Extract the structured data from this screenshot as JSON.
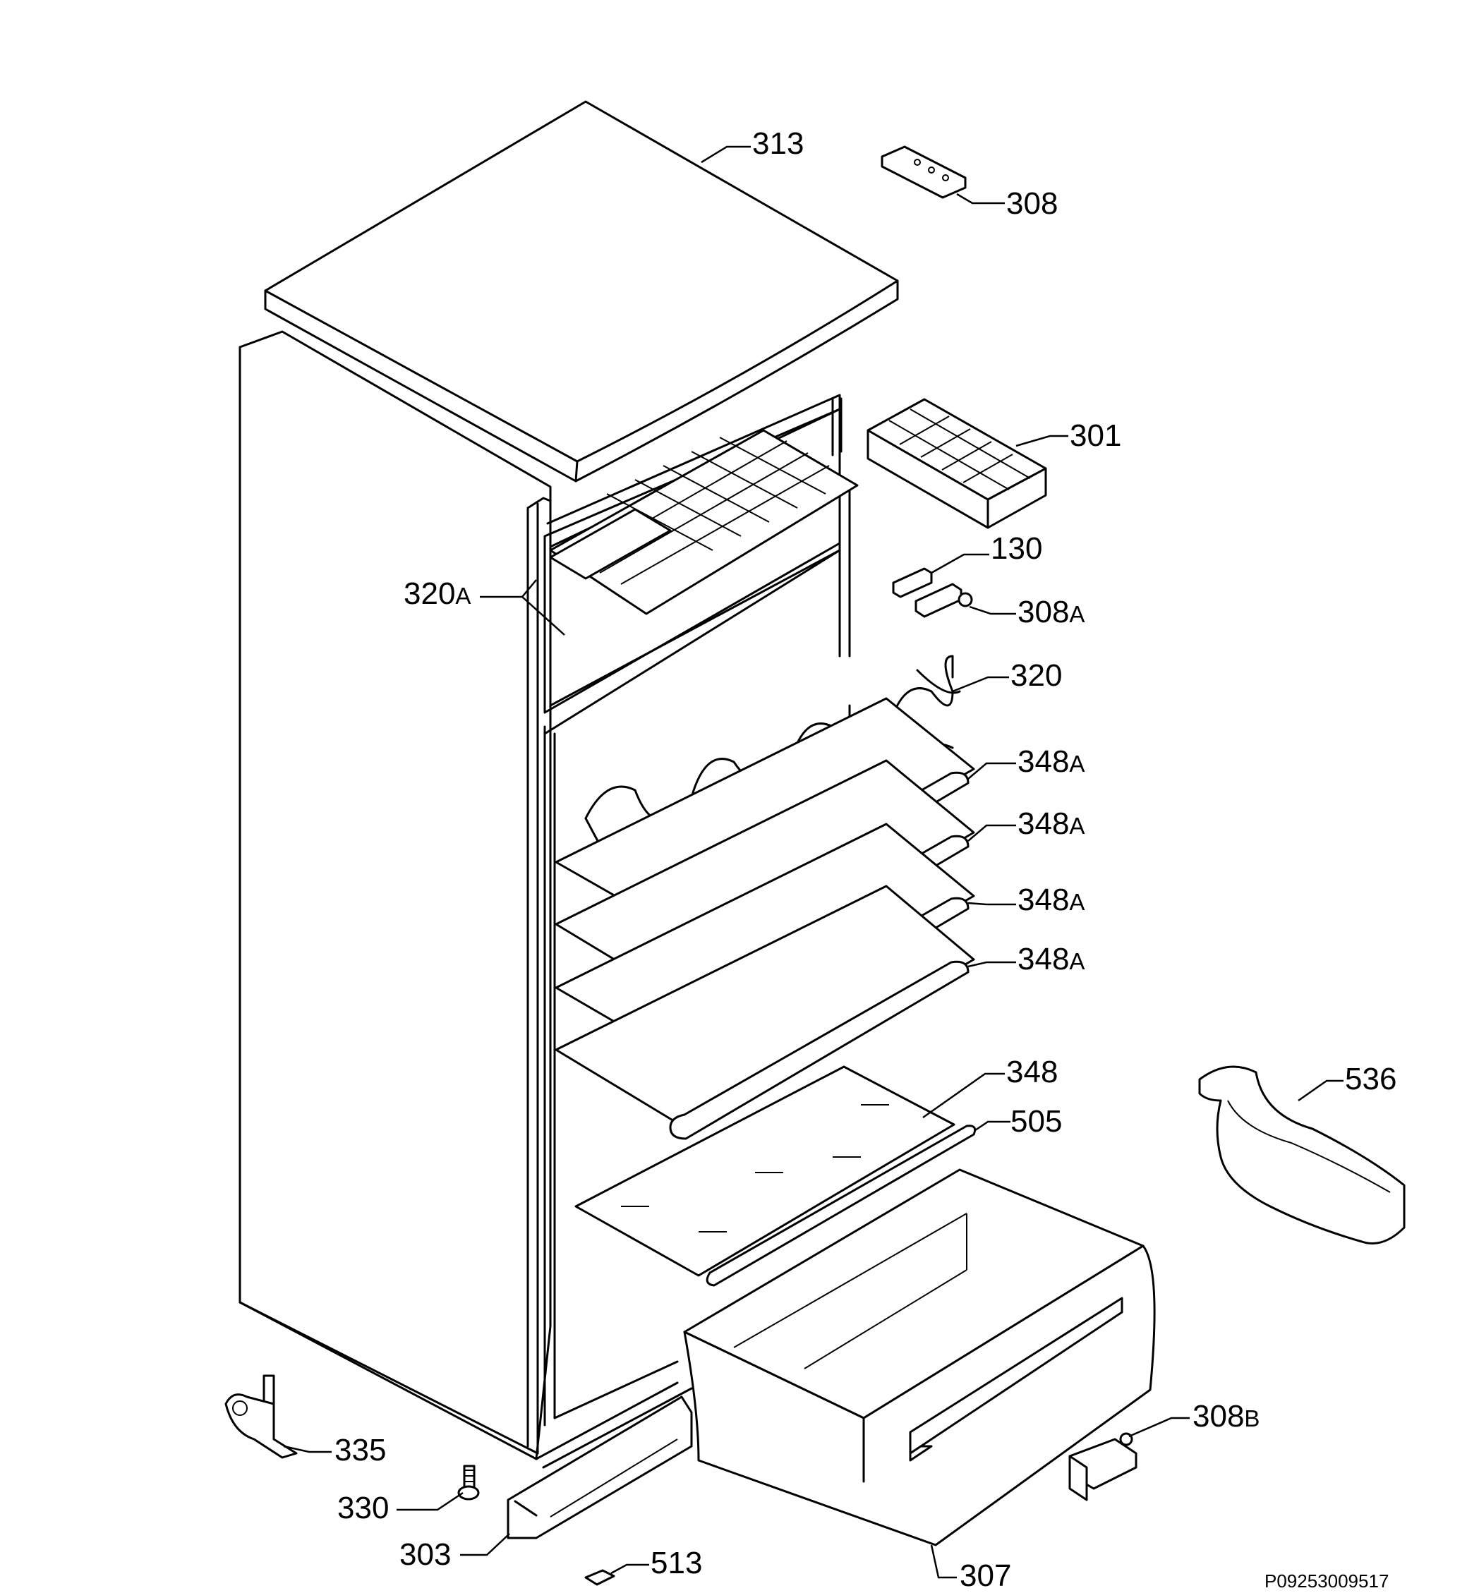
{
  "diagram": {
    "labels": {
      "l313": {
        "number": "313",
        "suffix": ""
      },
      "l308": {
        "number": "308",
        "suffix": ""
      },
      "l301": {
        "number": "301",
        "suffix": ""
      },
      "l130": {
        "number": "130",
        "suffix": ""
      },
      "l320a": {
        "number": "320",
        "suffix": "A"
      },
      "l308a": {
        "number": "308",
        "suffix": "A"
      },
      "l320": {
        "number": "320",
        "suffix": ""
      },
      "l348a_1": {
        "number": "348",
        "suffix": "A"
      },
      "l348a_2": {
        "number": "348",
        "suffix": "A"
      },
      "l348a_3": {
        "number": "348",
        "suffix": "A"
      },
      "l348a_4": {
        "number": "348",
        "suffix": "A"
      },
      "l348": {
        "number": "348",
        "suffix": ""
      },
      "l505": {
        "number": "505",
        "suffix": ""
      },
      "l536": {
        "number": "536",
        "suffix": ""
      },
      "l308b": {
        "number": "308",
        "suffix": "B"
      },
      "l335": {
        "number": "335",
        "suffix": ""
      },
      "l330": {
        "number": "330",
        "suffix": ""
      },
      "l303": {
        "number": "303",
        "suffix": ""
      },
      "l513": {
        "number": "513",
        "suffix": ""
      },
      "l307": {
        "number": "307",
        "suffix": ""
      }
    },
    "drawing_code": "P09253009517"
  }
}
